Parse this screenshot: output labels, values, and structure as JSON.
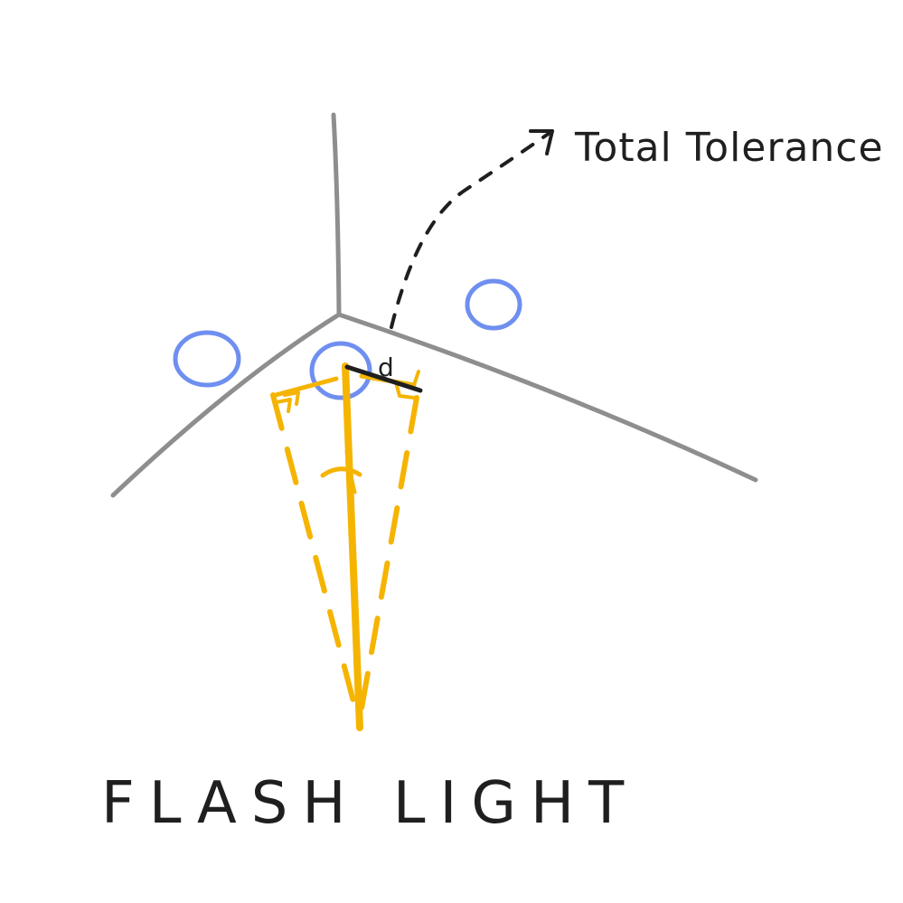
{
  "labels": {
    "tolerance": "Total Tolerance",
    "d": "d",
    "title": "FLASH LIGHT"
  },
  "colors": {
    "background": "#ffffff",
    "wall": "#8e8e8e",
    "beam": "#f5b400",
    "circle": "#6f8ff0",
    "annotation": "#1f1f1f"
  }
}
